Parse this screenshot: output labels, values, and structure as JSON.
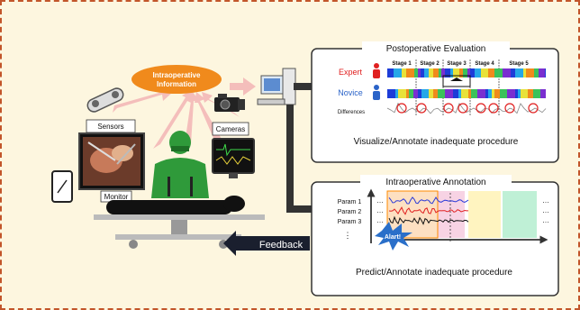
{
  "center": {
    "info_line1": "Intraoperative",
    "info_line2": "Information",
    "sensors": "Sensors",
    "cameras": "Cameras",
    "monitor": "Monitor",
    "feedback": "Feedback"
  },
  "post": {
    "title": "Postoperative Evaluation",
    "expert": "Expert",
    "novice": "Novice",
    "differences": "Differences",
    "stages": [
      "Stage 1",
      "Stage 2",
      "Stage 3",
      "Stage 4",
      "Stage 5"
    ],
    "caption": "Visualize/Annotate inadequate procedure"
  },
  "intra": {
    "title": "Intraoperative Annotation",
    "params": [
      "Param 1",
      "Param 2",
      "Param 3"
    ],
    "ellipsis": "…",
    "vdots": "⋮",
    "alert": "Alart!",
    "caption": "Predict/Annotate inadequate procedure"
  },
  "colors": {
    "border": "#c2552a",
    "background": "#fdf6df",
    "ellipse": "#f08a1c",
    "arrow_red": "#f4b8b8",
    "expert": "#e02020",
    "novice": "#2a63c8",
    "alert": "#2a6fc9",
    "feedback_bg": "#1a1f2e"
  }
}
